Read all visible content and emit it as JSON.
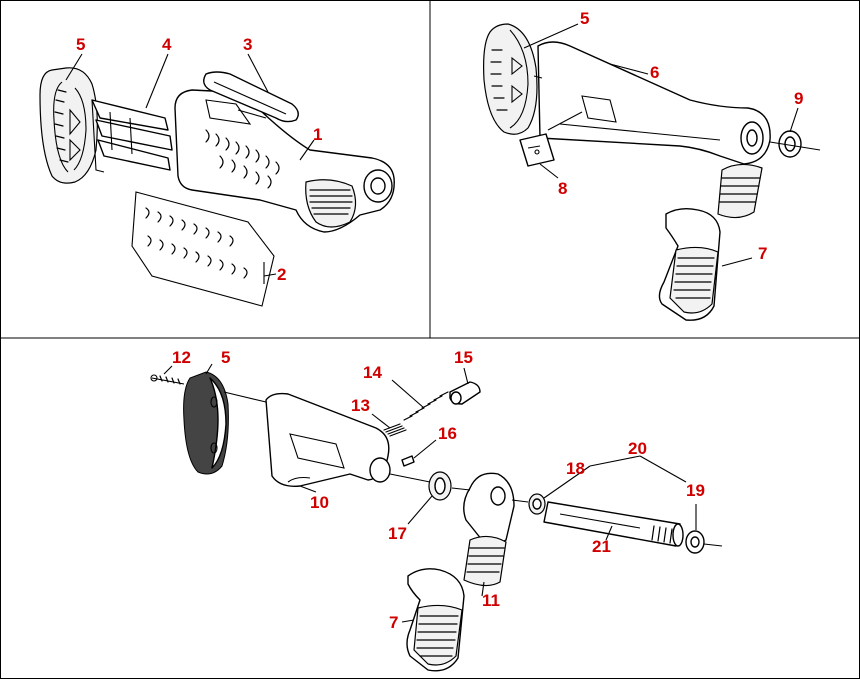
{
  "label_color": "#d00000",
  "panels": {
    "top_left": {
      "labels": {
        "p1": "1",
        "p2": "2",
        "p3": "3",
        "p4": "4",
        "p5": "5"
      }
    },
    "top_right": {
      "labels": {
        "p5": "5",
        "p6": "6",
        "p7": "7",
        "p8": "8",
        "p9": "9"
      }
    },
    "bottom": {
      "labels": {
        "p5": "5",
        "p7": "7",
        "p10": "10",
        "p11": "11",
        "p12": "12",
        "p13": "13",
        "p14": "14",
        "p15": "15",
        "p16": "16",
        "p17": "17",
        "p18": "18",
        "p19": "19",
        "p20": "20",
        "p21": "21"
      }
    }
  }
}
